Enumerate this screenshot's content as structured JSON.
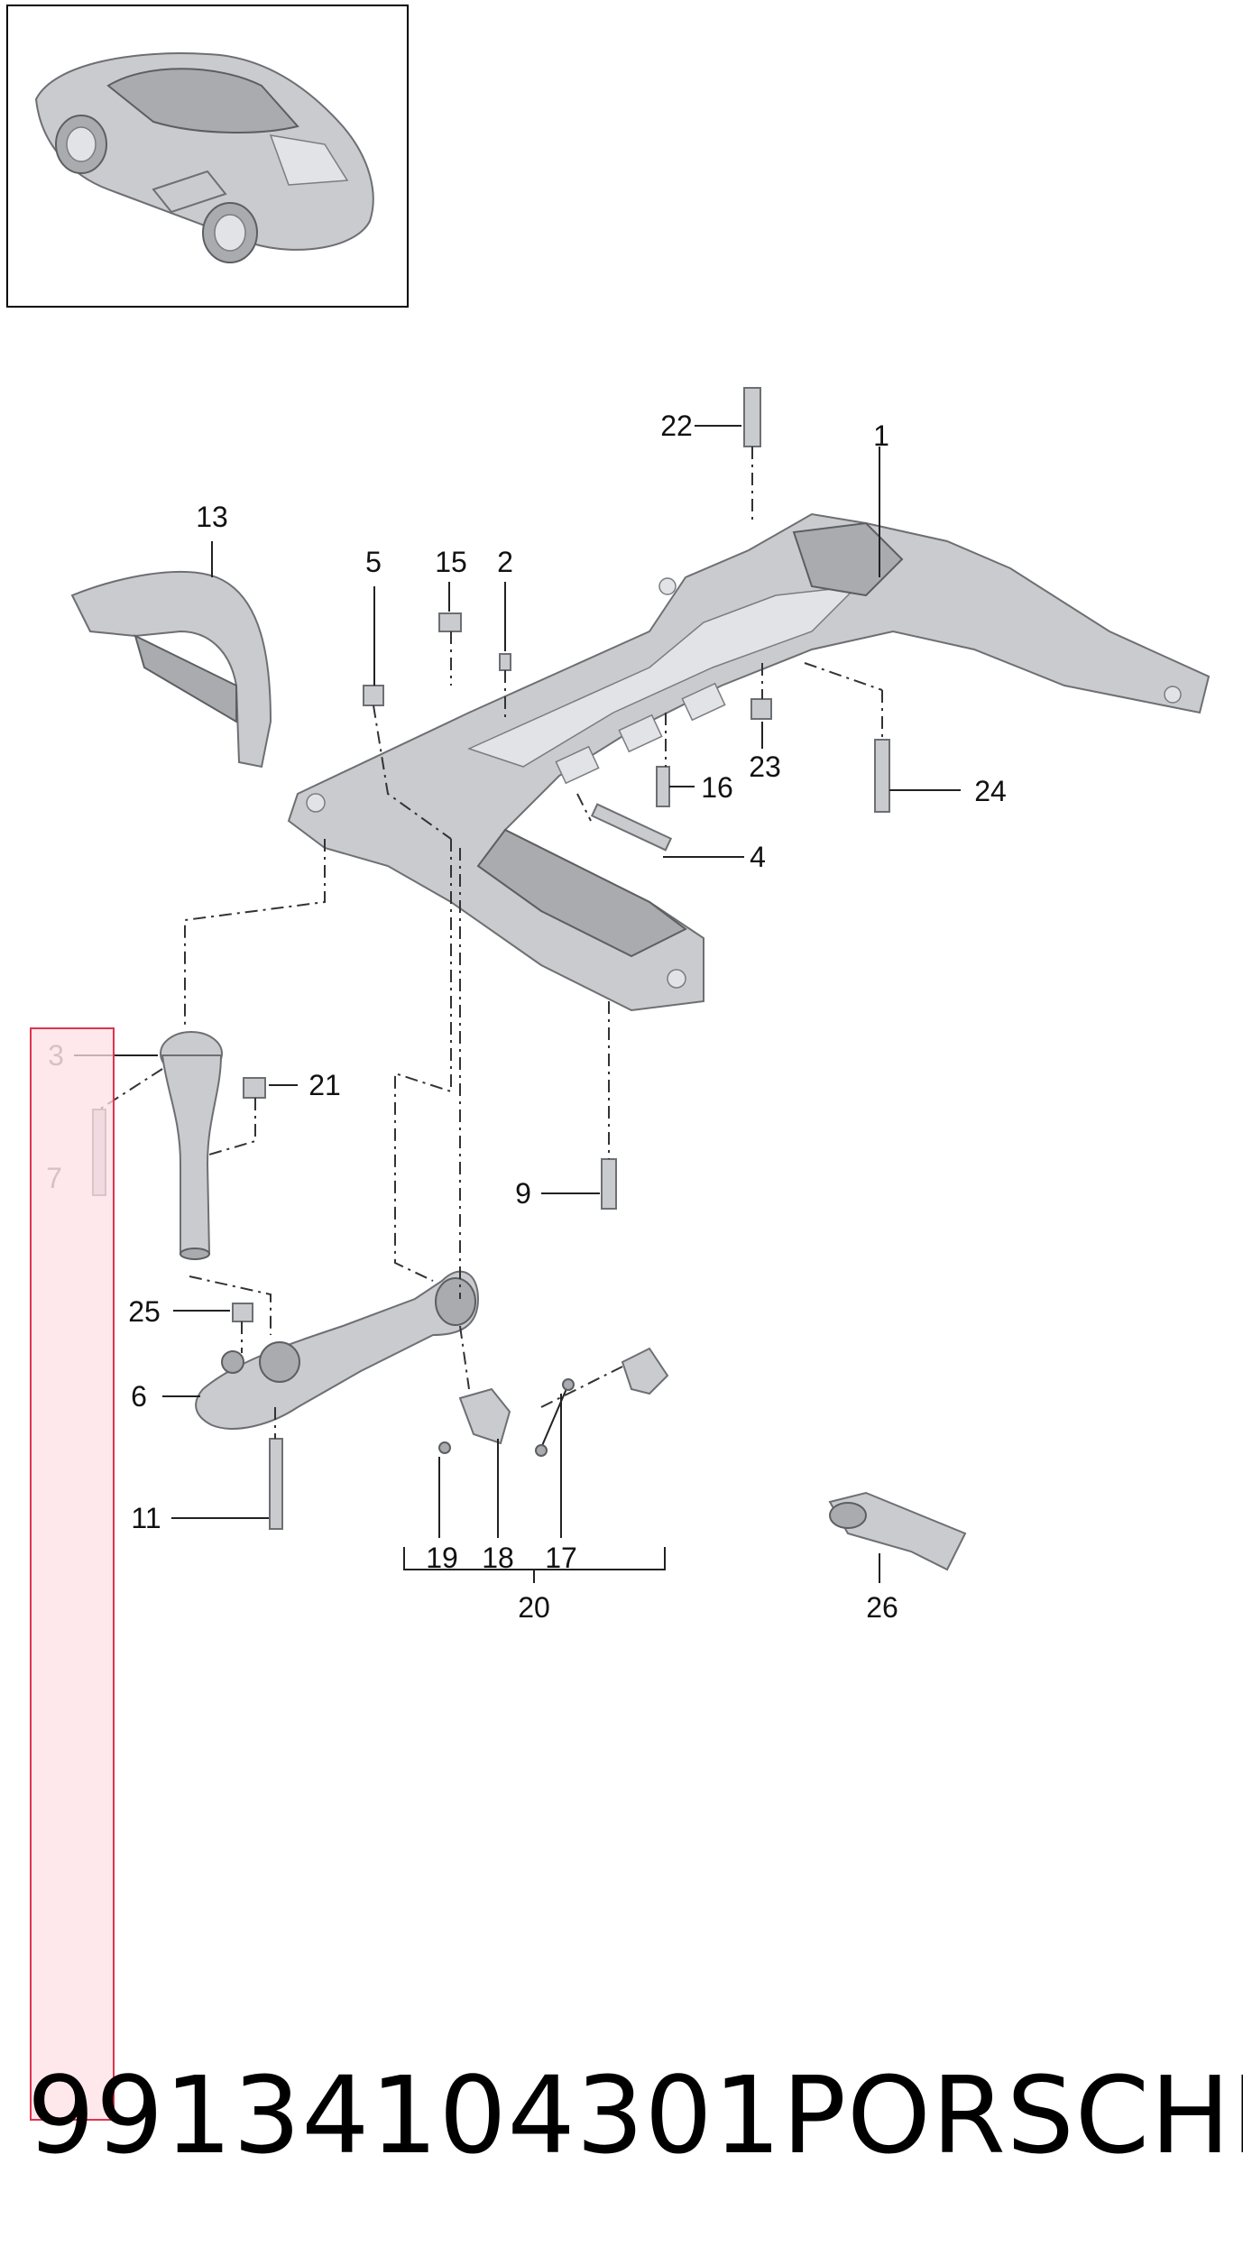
{
  "diagram": {
    "callouts": [
      "1",
      "2",
      "3",
      "4",
      "5",
      "6",
      "7",
      "9",
      "11",
      "13",
      "15",
      "16",
      "17",
      "18",
      "19",
      "20",
      "21",
      "22",
      "23",
      "24",
      "25",
      "26"
    ],
    "colors": {
      "part_fill": "#c9cbce",
      "highlight_fill": "#ffe0e6",
      "highlight_stroke": "#e0334f"
    },
    "highlighted_callouts": [
      "3",
      "7"
    ]
  },
  "footer": {
    "part_number": "99134104301",
    "brand": "PORSCHE"
  }
}
